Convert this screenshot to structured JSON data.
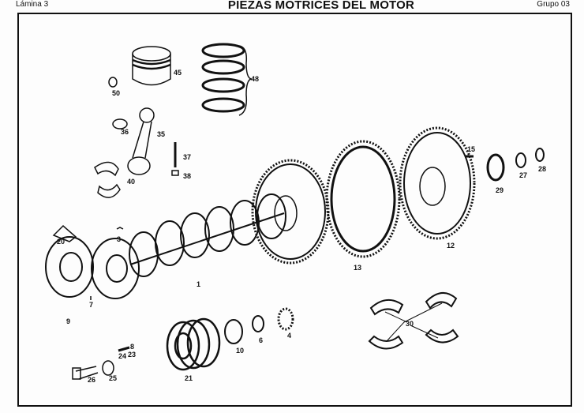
{
  "header": {
    "plate": "Lámina 3",
    "title": "PIEZAS MOTRICES DEL MOTOR",
    "group": "Grupo 03"
  },
  "labels": [
    "45",
    "48",
    "50",
    "36",
    "35",
    "37",
    "38",
    "40",
    "20",
    "3",
    "1",
    "9",
    "7",
    "15",
    "29",
    "27",
    "28",
    "12",
    "13",
    "30",
    "21",
    "10",
    "6",
    "4",
    "24",
    "23",
    "8",
    "26",
    "25"
  ]
}
